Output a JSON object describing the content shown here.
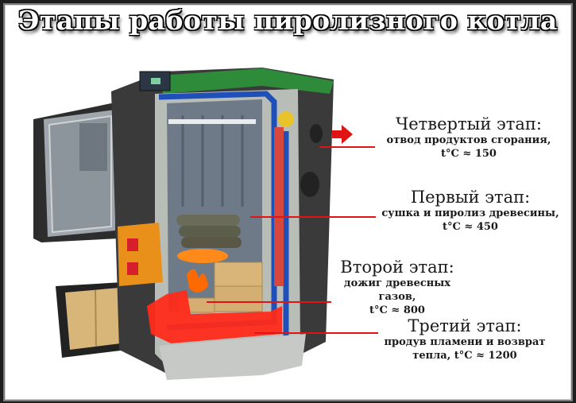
{
  "title": "Этапы работы пиролизного котла",
  "colors": {
    "accent_red": "#e01414",
    "insulation_blue": "#1f4fb8",
    "lid_green": "#2e8b3a",
    "housing_gray": "#b9bdb8",
    "burner_orange": "#e8901a",
    "heat_red": "#ff2a1a"
  },
  "stages": [
    {
      "heading": "Четвертый этап:",
      "description": "отвод продуктов сгорания,",
      "temperature": "t°C ≈ 150"
    },
    {
      "heading": "Первый этап:",
      "description": "сушка и пиролиз древесины,",
      "temperature": "t°C ≈ 450"
    },
    {
      "heading": "Второй этап:",
      "description": "дожиг древесных газов,",
      "temperature": "t°C ≈ 800"
    },
    {
      "heading": "Третий этап:",
      "description": "продув пламени и возврат",
      "temperature": "тепла, t°C ≈ 1200"
    }
  ],
  "icons": {
    "exhaust_arrow": "right-arrow-icon"
  }
}
